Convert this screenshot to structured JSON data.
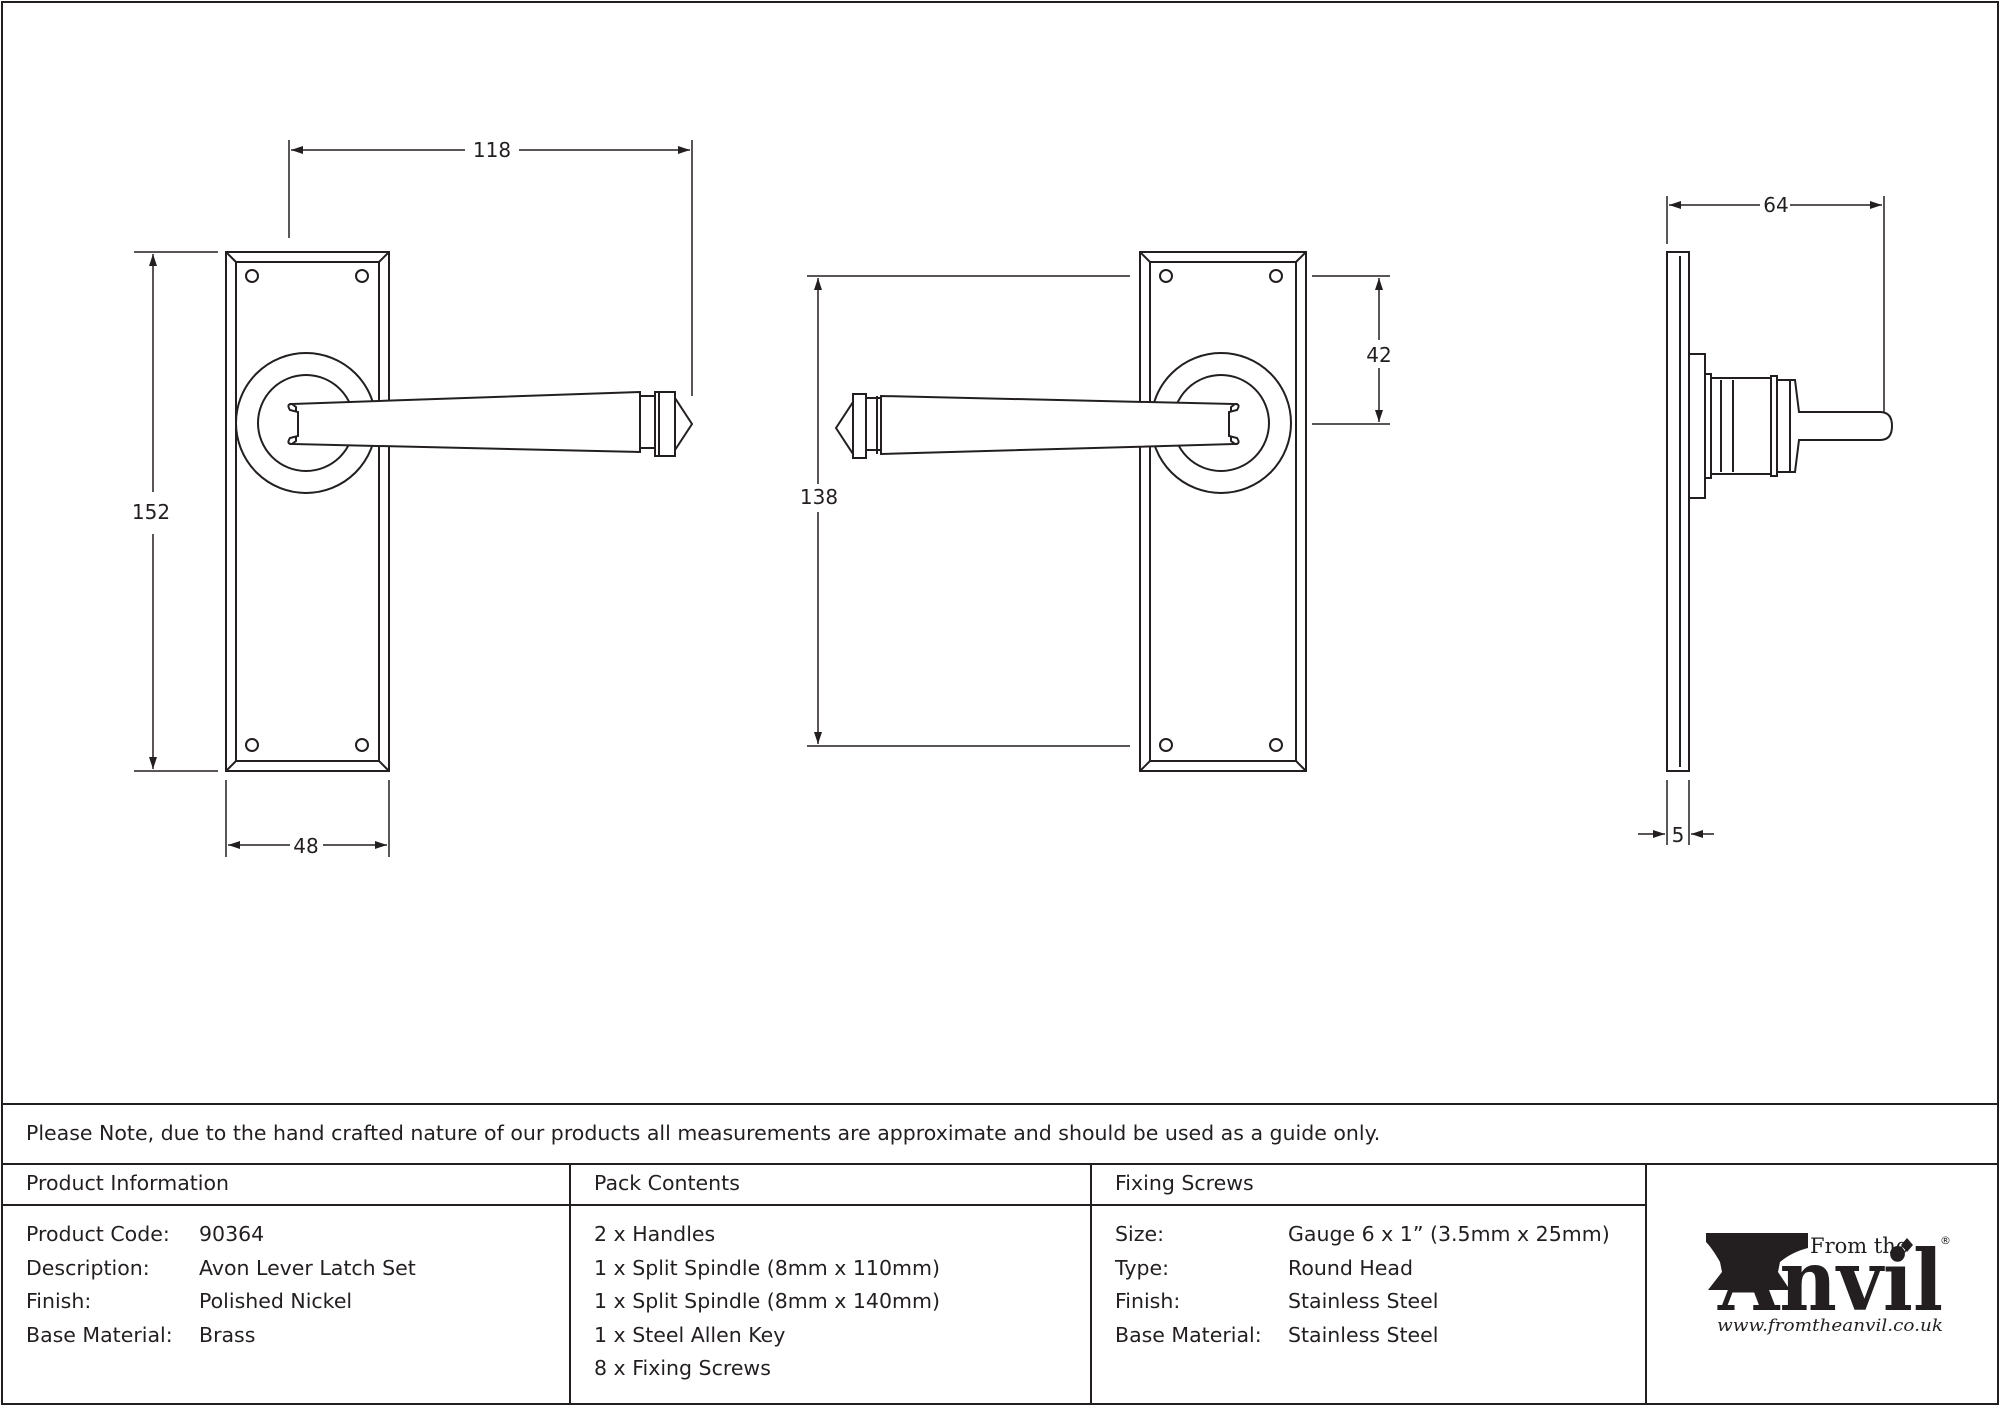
{
  "dimensions": {
    "front_width": "118",
    "front_height": "152",
    "plate_width": "48",
    "back_height": "138",
    "rose_offset": "42",
    "side_projection": "64",
    "side_thickness": "5"
  },
  "note": "Please Note, due to the hand crafted nature of our products all measurements are approximate and should be used as a guide only.",
  "product_info": {
    "header": "Product Information",
    "rows": [
      {
        "label": "Product Code:",
        "value": "90364"
      },
      {
        "label": "Description:",
        "value": "Avon Lever Latch Set"
      },
      {
        "label": "Finish:",
        "value": "Polished Nickel"
      },
      {
        "label": "Base Material:",
        "value": "Brass"
      }
    ]
  },
  "pack_contents": {
    "header": "Pack Contents",
    "items": [
      "2 x Handles",
      "1 x Split Spindle (8mm x 110mm)",
      "1 x Split Spindle (8mm x 140mm)",
      "1 x Steel Allen Key",
      "8 x Fixing Screws"
    ]
  },
  "fixing_screws": {
    "header": "Fixing Screws",
    "rows": [
      {
        "label": "Size:",
        "value": "Gauge 6 x 1” (3.5mm x 25mm)"
      },
      {
        "label": "Type:",
        "value": "Round Head"
      },
      {
        "label": "Finish:",
        "value": "Stainless Steel"
      },
      {
        "label": "Base Material:",
        "value": "Stainless Steel"
      }
    ]
  },
  "logo": {
    "from_the": "From the",
    "anvil": "Anvil",
    "registered": "®",
    "url": "www.fromtheanvil.co.uk"
  },
  "colors": {
    "ink": "#231f20",
    "background": "#ffffff"
  }
}
